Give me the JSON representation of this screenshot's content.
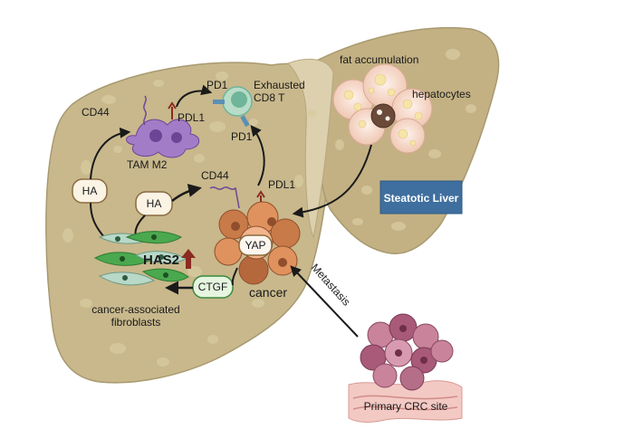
{
  "labels": {
    "fat_accumulation": "fat accumulation",
    "hepatocytes": "hepatocytes",
    "steatotic_liver": "Steatotic Liver",
    "pd1_top": "PD1",
    "exhausted_line1": "Exhausted",
    "exhausted_line2": "CD8 T",
    "pdl1_tam": "PDL1",
    "cd44_left": "CD44",
    "tam_m2": "TAM M2",
    "pd1_mid": "PD1",
    "cd44_center": "CD44",
    "pdl1_center": "PDL1",
    "ha_left": "HA",
    "ha_center": "HA",
    "yap": "YAP",
    "has2": "HAS2",
    "ctgf": "CTGF",
    "cancer": "cancer",
    "caf_line1": "cancer-associated",
    "caf_line2": "fibroblasts",
    "metastasis": "Metastasis",
    "primary_crc": "Primary CRC site"
  },
  "colors": {
    "liver_fill": "#c8b88c",
    "liver_stroke": "#a89a70",
    "steatotic_box": "#3f6f9f",
    "tam_purple": "#8a55b8",
    "tcell_green": "#6fb59a",
    "cancer_orange": "#e0925e",
    "caf_green": "#4aa84e",
    "crc_pink": "#c9839b",
    "arrow": "#1a1a1a",
    "up_arrow": "#8a2a20"
  }
}
